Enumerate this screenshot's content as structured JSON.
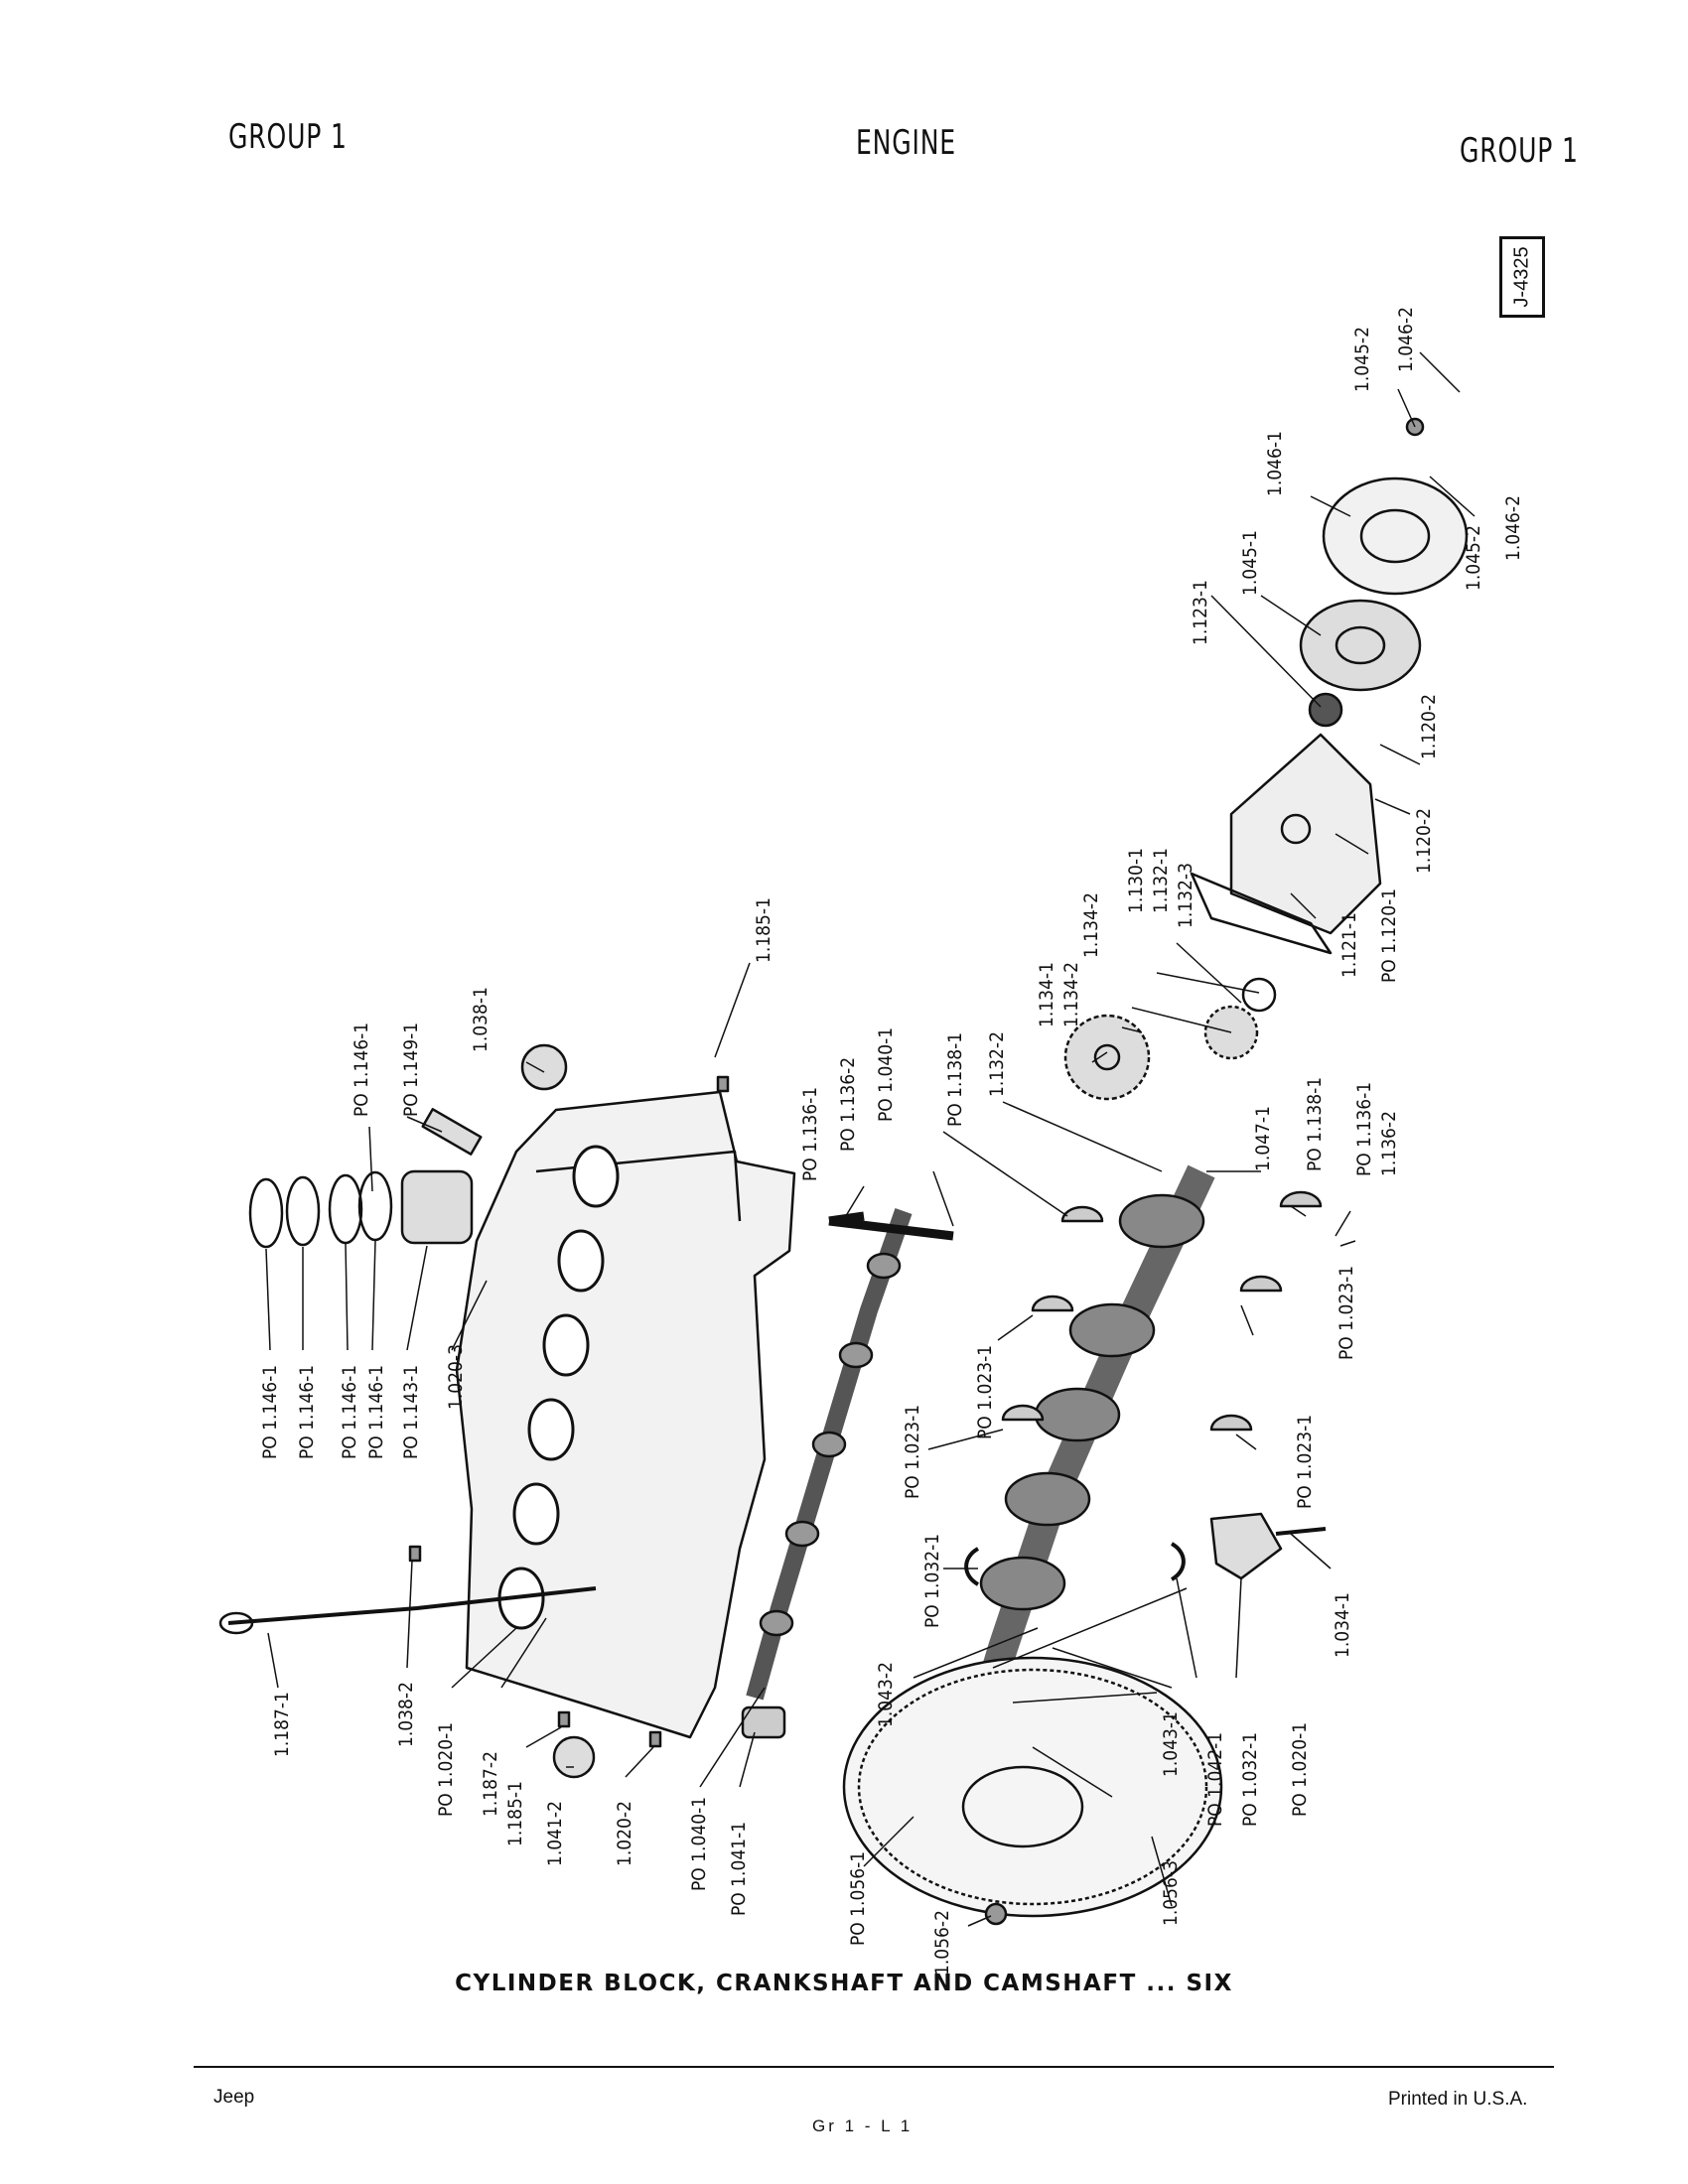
{
  "header": {
    "left": "GROUP 1",
    "center": "ENGINE",
    "right": "GROUP 1"
  },
  "figure_id": "J-4325",
  "caption": "CYLINDER BLOCK, CRANKSHAFT AND CAMSHAFT ... SIX",
  "footer": {
    "left": "Jeep",
    "center": "Gr 1 - L 1",
    "right": "Printed in U.S.A."
  },
  "labels": {
    "l_1045_2_top": "1.045-2",
    "l_1046_2_top": "1.046-2",
    "l_1046_1": "1.046-1",
    "l_1045_2_r": "1.045-2",
    "l_1046_2_r": "1.046-2",
    "l_1045_1": "1.045-1",
    "l_1123_1": "1.123-1",
    "l_1120_2_a": "1.120-2",
    "l_1120_2_b": "1.120-2",
    "l_1120_1": "PO 1.120-1",
    "l_1121_1": "1.121-1",
    "l_1130_1": "1.130-1",
    "l_1132_1": "1.132-1",
    "l_1132_3": "1.132-3",
    "l_1134_2_a": "1.134-2",
    "l_1134_2_b": "1.134-2",
    "l_1134_1": "1.134-1",
    "l_1132_2": "1.132-2",
    "l_1138_1_a": "PO 1.138-1",
    "l_1040_1_top": "PO 1.040-1",
    "l_1136_2_top": "PO 1.136-2",
    "l_1136_1_top": "PO 1.136-1",
    "l_1185_1_top": "1.185-1",
    "l_1038_1": "1.038-1",
    "l_1149_1": "PO 1.149-1",
    "l_1146_1_top": "PO 1.146-1",
    "l_1047_1": "1.047-1",
    "l_1138_1_b": "PO 1.138-1",
    "l_1136_1_r": "PO 1.136-1",
    "l_1136_2_r": "1.136-2",
    "l_1146_1_a": "PO 1.146-1",
    "l_1146_1_b": "PO 1.146-1",
    "l_1146_1_c": "PO 1.146-1",
    "l_1146_1_d": "PO 1.146-1",
    "l_1143_1": "PO 1.143-1",
    "l_1020_3": "1.020-3",
    "l_1023_1_a": "PO 1.023-1",
    "l_1023_1_b": "PO 1.023-1",
    "l_1023_1_c": "PO 1.023-1",
    "l_1023_1_d": "PO 1.023-1",
    "l_1032_1_a": "PO 1.032-1",
    "l_1034_1": "1.034-1",
    "l_1043_2": "1.043-2",
    "l_1043_1": "1.043-1",
    "l_1042_1": "PO 1.042-1",
    "l_1032_1_b": "PO 1.032-1",
    "l_1020_1_r": "PO 1.020-1",
    "l_1187_1": "1.187-1",
    "l_1038_2": "1.038-2",
    "l_1020_1_l": "PO 1.020-1",
    "l_1187_2": "1.187-2",
    "l_1185_1_b": "1.185-1",
    "l_1041_2": "1.041-2",
    "l_1020_2": "1.020-2",
    "l_1040_1_b": "PO 1.040-1",
    "l_1041_1": "PO 1.041-1",
    "l_1056_1": "PO 1.056-1",
    "l_1056_2": "1.056-2",
    "l_1056_3": "1.056-3"
  }
}
